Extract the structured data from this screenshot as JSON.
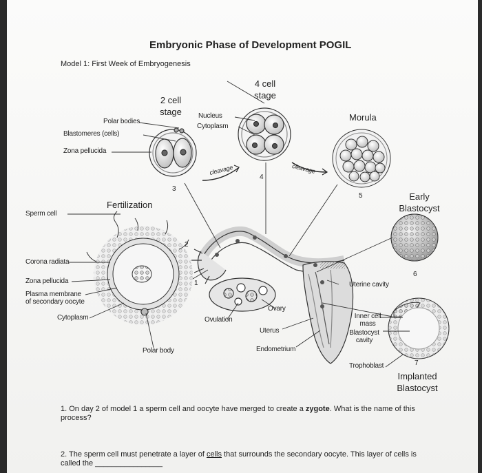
{
  "title": "Embryonic Phase of Development POGIL",
  "model_heading": "Model 1: First Week of Embryogenesis",
  "stages": {
    "two_cell": "2 cell\nstage",
    "four_cell": "4 cell\nstage",
    "morula": "Morula",
    "fertilization": "Fertilization",
    "early_blastocyst": "Early\nBlastocyst",
    "implanted_blastocyst": "Implanted\nBlastocyst",
    "ovulation": "Ovulation"
  },
  "labels": {
    "polar_bodies": "Polar bodies",
    "blastomeres": "Blastomeres (cells)",
    "zona_pellucida_top": "Zona pellucida",
    "nucleus": "Nucleus",
    "cytoplasm_top": "Cytoplasm",
    "sperm_cell": "Sperm cell",
    "corona_radiata": "Corona radiata",
    "zona_pellucida": "Zona pellucida",
    "plasma_membrane": "Plasma membrane\nof secondary oocyte",
    "cytoplasm": "Cytoplasm",
    "polar_body": "Polar body",
    "ovary": "Ovary",
    "uterus": "Uterus",
    "endometrium": "Endometrium",
    "uterine_cavity": "Uterine cavity",
    "inner_cell_mass": "Inner cell\nmass",
    "blastocyst_cavity": "Blastocyst\ncavity",
    "trophoblast": "Trophoblast",
    "cleavage_1": "cleavage",
    "cleavage_2": "cleavage"
  },
  "day_numbers": [
    "1",
    "2",
    "3",
    "4",
    "5",
    "6",
    "7"
  ],
  "questions": [
    {
      "before": "1. On day 2 of model 1 a sperm cell and oocyte have merged to create a ",
      "bold": "zygote",
      "after": ". What is the name of this process?"
    },
    {
      "before": "2. The sperm cell must penetrate a layer of ",
      "underline": "cells",
      "after": " that surrounds the secondary oocyte. This layer of cells is called the",
      "blank": "________________"
    }
  ],
  "colors": {
    "page": "#f6f6f4",
    "ink": "#222222",
    "line": "#333333",
    "fill_gray": "#d9d9d9"
  }
}
